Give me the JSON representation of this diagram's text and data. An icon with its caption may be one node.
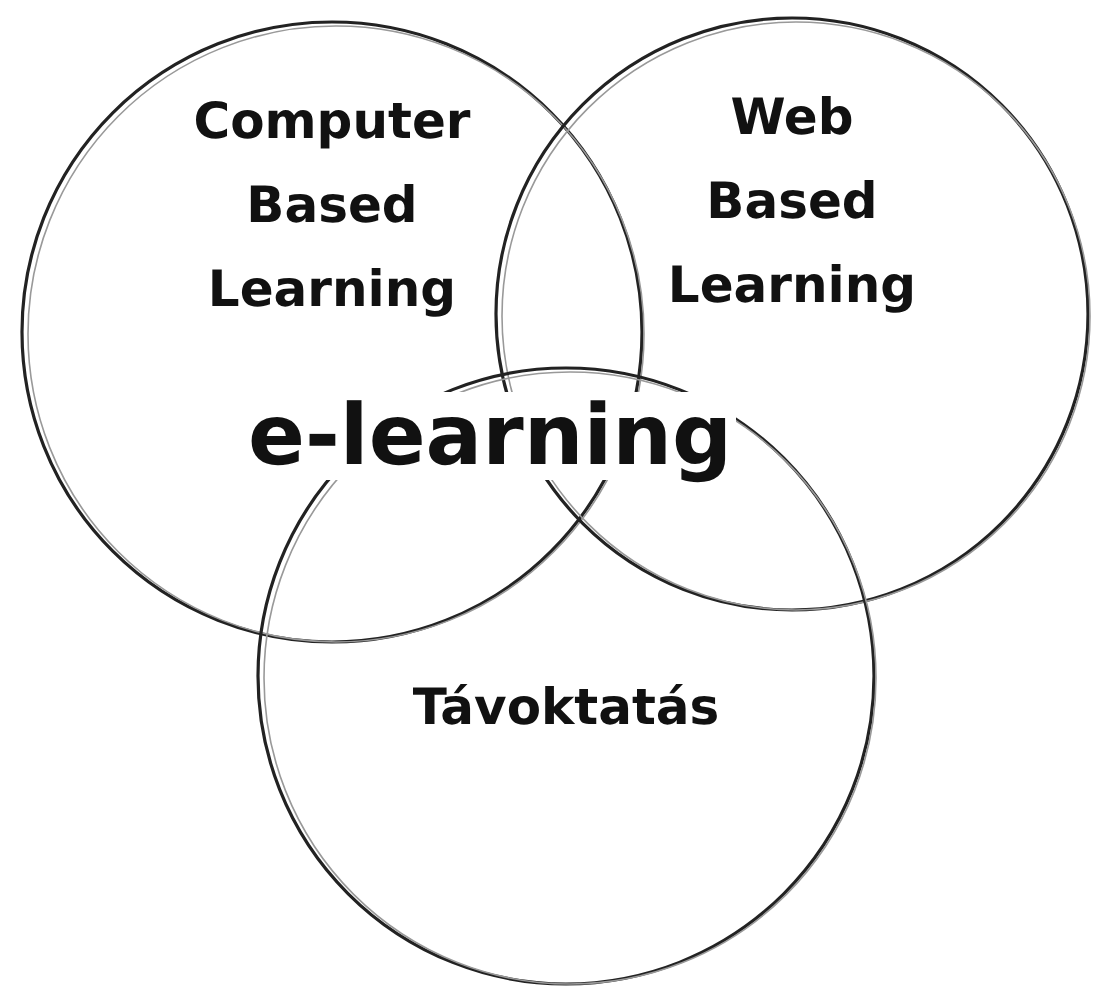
{
  "diagram": {
    "nodes": [
      {
        "text": [
          "Computer Based Learning"
        ]
      },
      {
        "text": [
          "Web Based Learning"
        ]
      },
      {
        "text": [
          "Távoktatás"
        ]
      }
    ],
    "labels": [
      "e-learning"
    ]
  }
}
